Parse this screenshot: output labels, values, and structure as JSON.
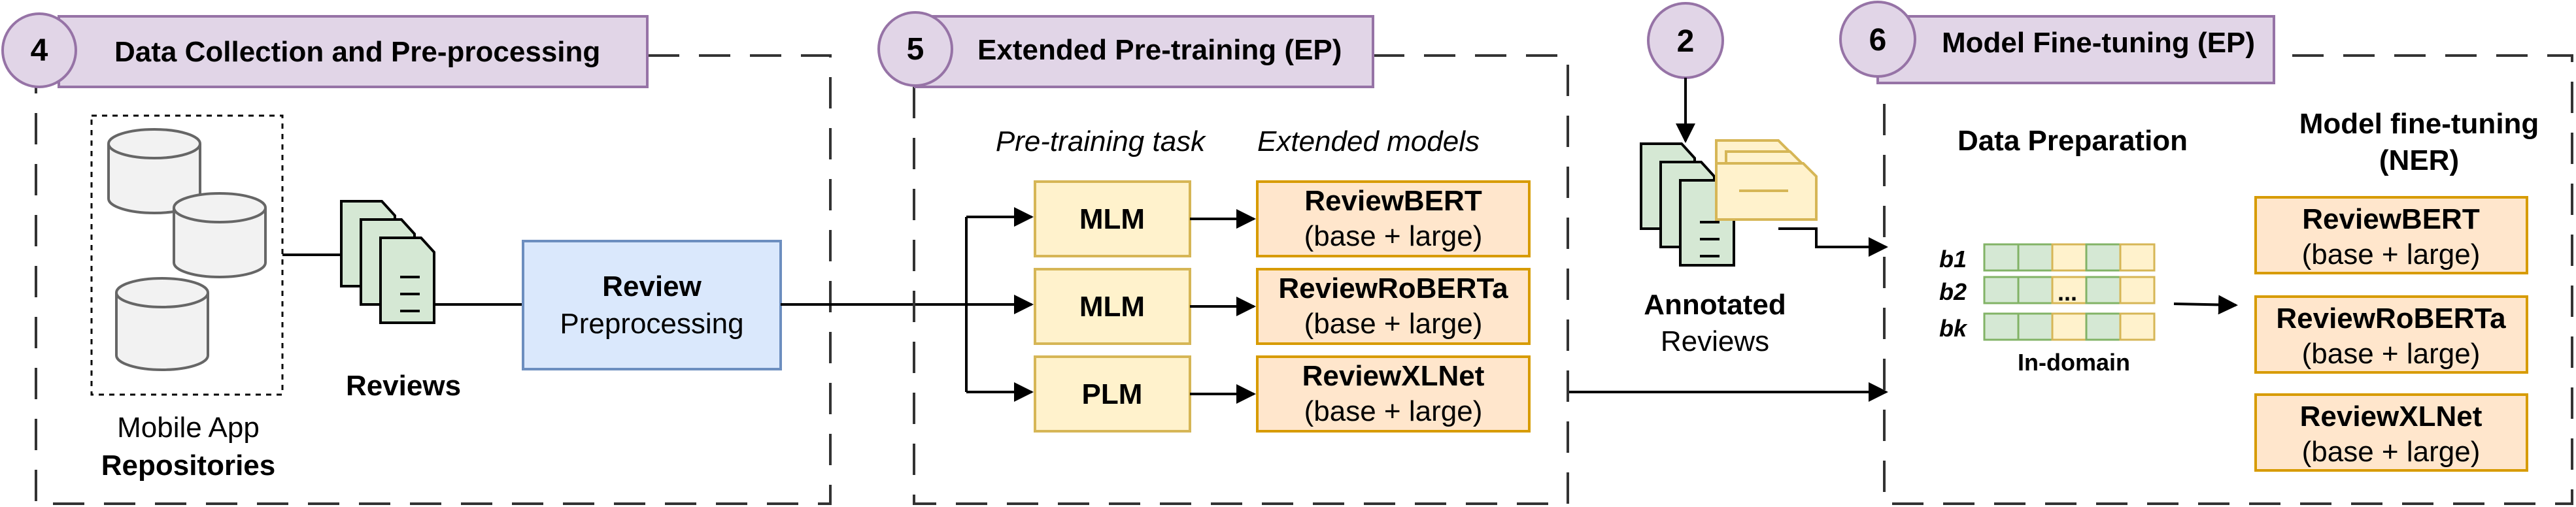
{
  "colors": {
    "stage_header_fill": "#e1d5e7",
    "stage_header_stroke": "#9673a6",
    "reviews_green_fill": "#d5e8d4",
    "reviews_green_stroke": "#000000",
    "preprocessing_fill": "#dae8fc",
    "preprocessing_stroke": "#6c8ebf",
    "task_fill": "#fff2cc",
    "task_stroke": "#d6b656",
    "model_fill": "#ffe6cc",
    "model_stroke": "#d79b00",
    "db_fill": "#f2f2f2",
    "db_stroke": "#666666"
  },
  "stages": {
    "collection": {
      "number": "4",
      "title": "Data Collection and Pre-processing"
    },
    "pretraining": {
      "number": "5",
      "title": "Extended Pre-training (EP)"
    },
    "annotation": {
      "number": "2"
    },
    "finetuning": {
      "number": "6",
      "title": "Model Fine-tuning (EP)"
    }
  },
  "collection": {
    "repositories_line1": "Mobile App",
    "repositories_line2": "Repositories",
    "reviews_label": "Reviews",
    "preprocessing_line1": "Review",
    "preprocessing_line2": "Preprocessing"
  },
  "pretraining": {
    "task_heading": "Pre-training task",
    "models_heading": "Extended models",
    "tasks": [
      "MLM",
      "MLM",
      "PLM"
    ],
    "models": [
      {
        "name": "ReviewBERT",
        "variant": "(base + large)"
      },
      {
        "name": "ReviewRoBERTa",
        "variant": "(base + large)"
      },
      {
        "name": "ReviewXLNet",
        "variant": "(base + large)"
      }
    ]
  },
  "annotated": {
    "line1": "Annotated",
    "line2": "Reviews"
  },
  "finetuning": {
    "data_heading": "Data Preparation",
    "model_heading_line1": "Model fine-tuning",
    "model_heading_line2": "(NER)",
    "batches": [
      "b1",
      "b2",
      "bk"
    ],
    "ellipsis": "...",
    "domain_label": "In-domain",
    "models": [
      {
        "name": "ReviewBERT",
        "variant": "(base + large)"
      },
      {
        "name": "ReviewRoBERTa",
        "variant": "(base + large)"
      },
      {
        "name": "ReviewXLNet",
        "variant": "(base + large)"
      }
    ]
  }
}
